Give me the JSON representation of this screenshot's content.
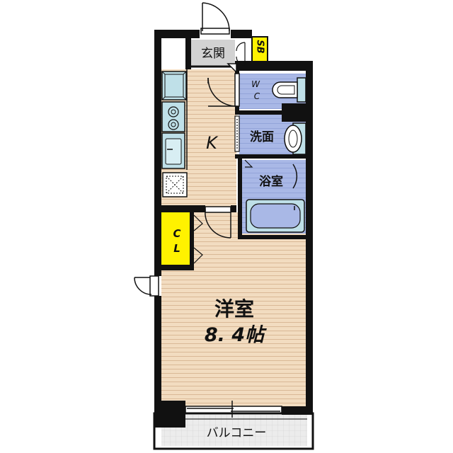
{
  "rooms": {
    "genkan": "玄関",
    "shoe_box": "SB",
    "wc_line1": "W",
    "wc_line2": "C",
    "kitchen": "K",
    "washroom": "洗面",
    "bathroom": "浴室",
    "closet_line1": "C",
    "closet_line2": "L",
    "western_room": "洋室",
    "western_room_size": "8. 4帖",
    "balcony": "バルコニー"
  },
  "colors": {
    "floor": "#f2dcc0",
    "wet_area": "#a9b8e6",
    "storage": "#fff200",
    "entrance": "#d2d2d2",
    "fixture": "#bfe0e8",
    "balcony": "#e6e6e6",
    "wall": "#111111"
  }
}
